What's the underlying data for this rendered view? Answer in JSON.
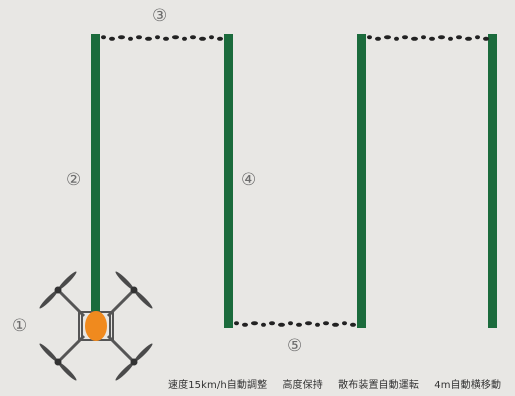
{
  "labels": {
    "step1": "①",
    "step2": "②",
    "step3": "③",
    "step4": "④",
    "step5": "⑤"
  },
  "caption": {
    "item1": "速度15km/h自動調整",
    "item2": "高度保持",
    "item3": "散布装置自動運転",
    "item4": "4m自動横移動"
  },
  "colors": {
    "background": "#e8e7e4",
    "path": "#1b6b3c",
    "spray_dots": "#222222",
    "drone_body": "#f08a1e",
    "drone_arm": "#555555"
  }
}
